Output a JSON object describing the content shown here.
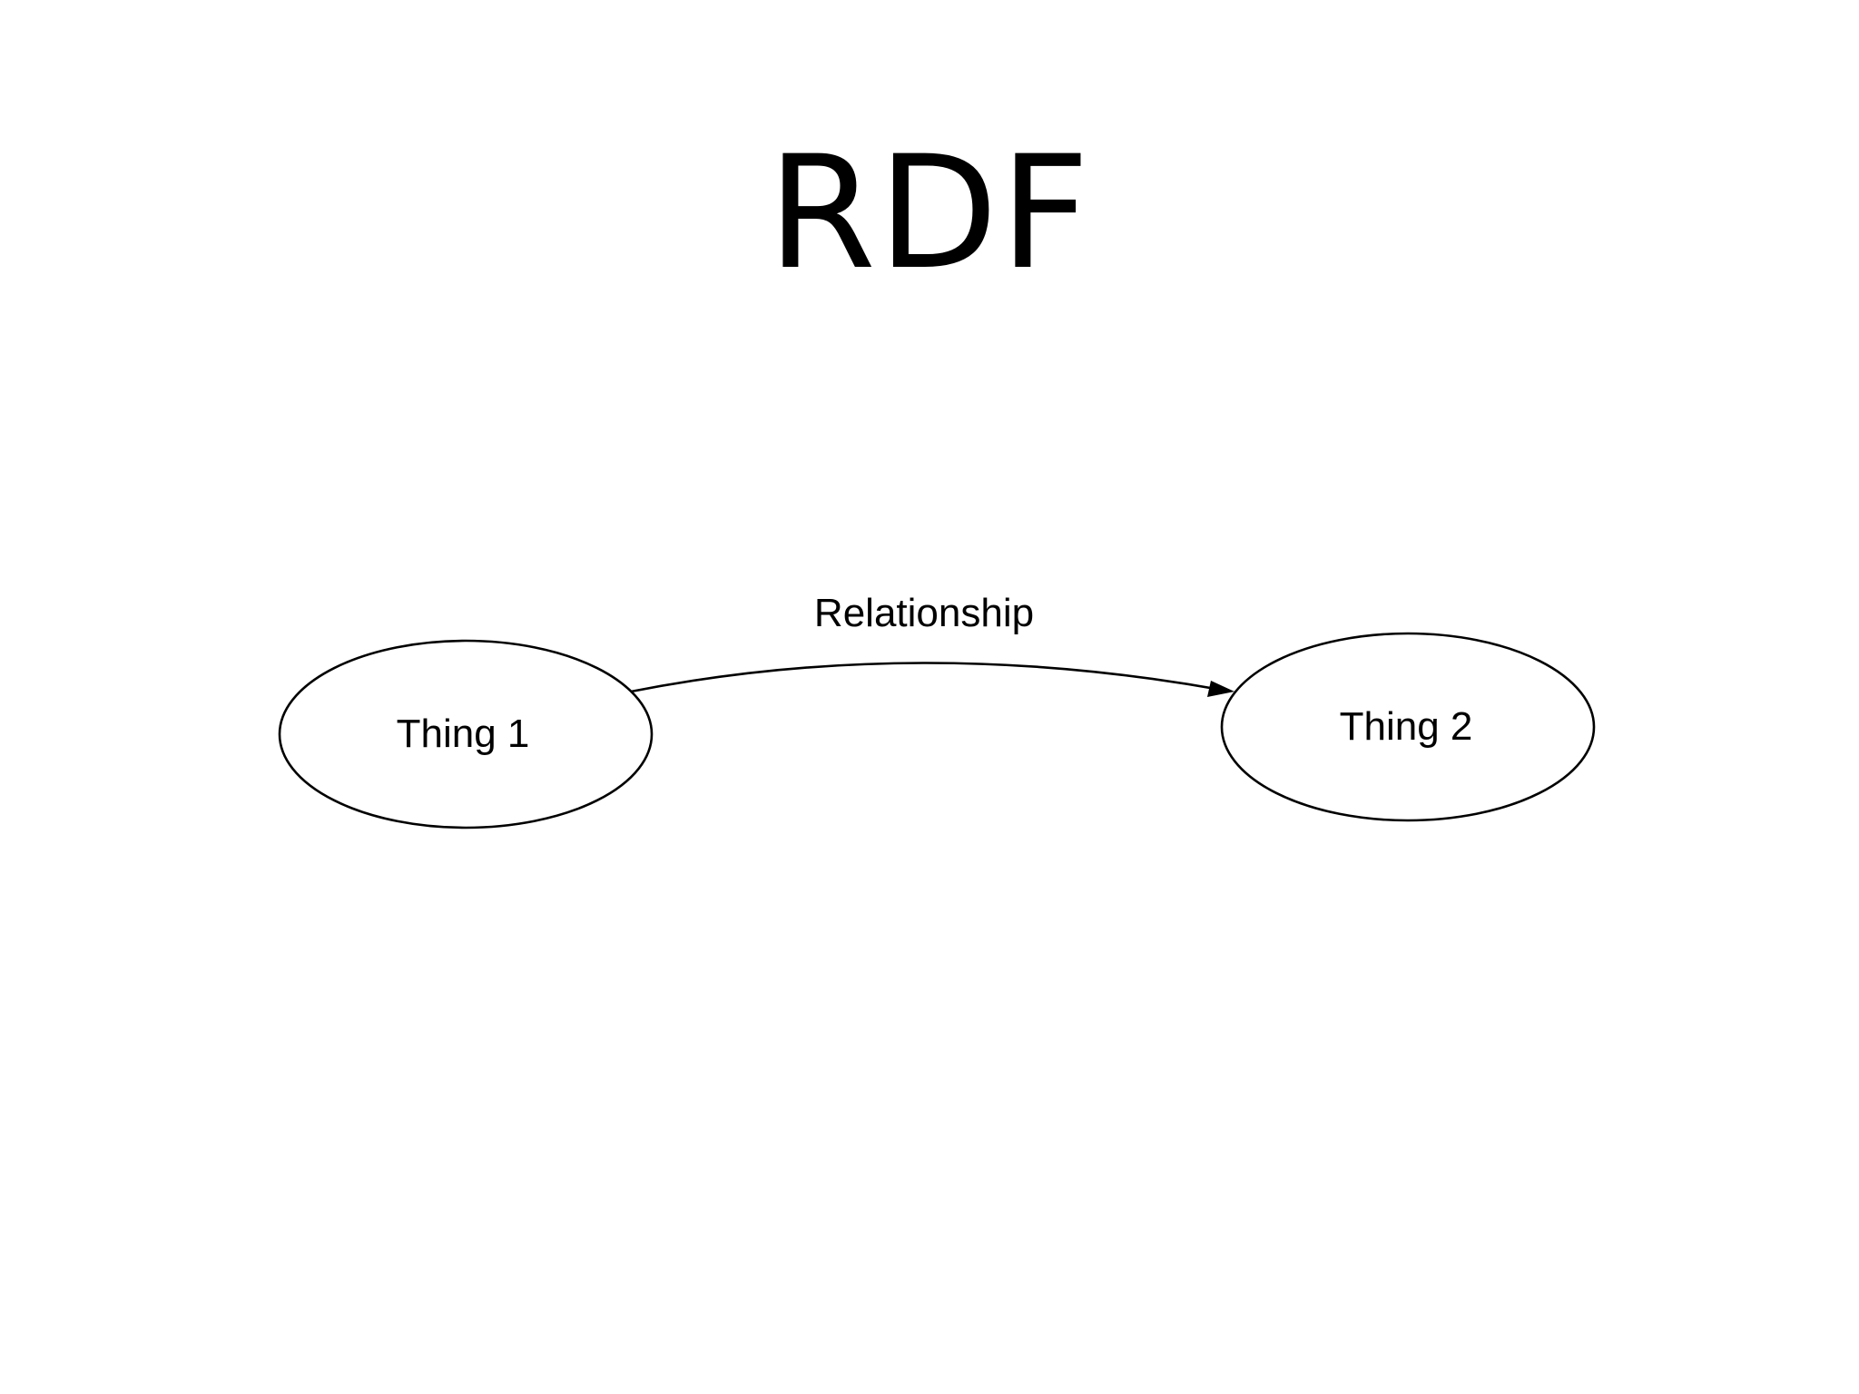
{
  "slide": {
    "title": "RDF"
  },
  "diagram": {
    "nodes": [
      {
        "id": "thing1",
        "label": "Thing 1"
      },
      {
        "id": "thing2",
        "label": "Thing 2"
      }
    ],
    "edges": [
      {
        "from": "thing1",
        "to": "thing2",
        "label": "Relationship"
      }
    ]
  }
}
